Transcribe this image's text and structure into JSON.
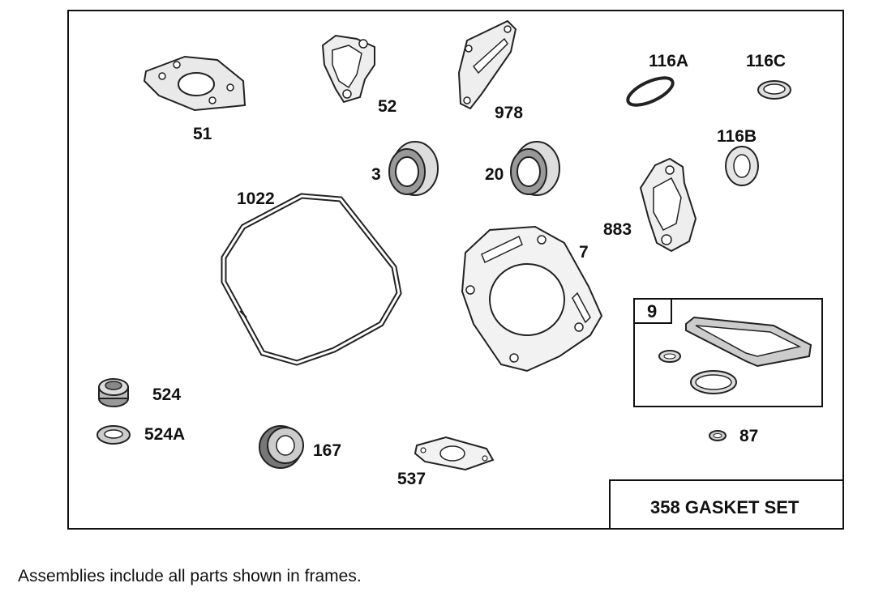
{
  "labels": {
    "p51": "51",
    "p52": "52",
    "p978": "978",
    "p116a": "116A",
    "p116c": "116C",
    "p116b": "116B",
    "p3": "3",
    "p20": "20",
    "p1022": "1022",
    "p883": "883",
    "p7": "7",
    "p9": "9",
    "p524": "524",
    "p524a": "524A",
    "p167": "167",
    "p537": "537",
    "p87": "87"
  },
  "frame_title": "358 GASKET SET",
  "footnote": "Assemblies include all parts shown in frames."
}
